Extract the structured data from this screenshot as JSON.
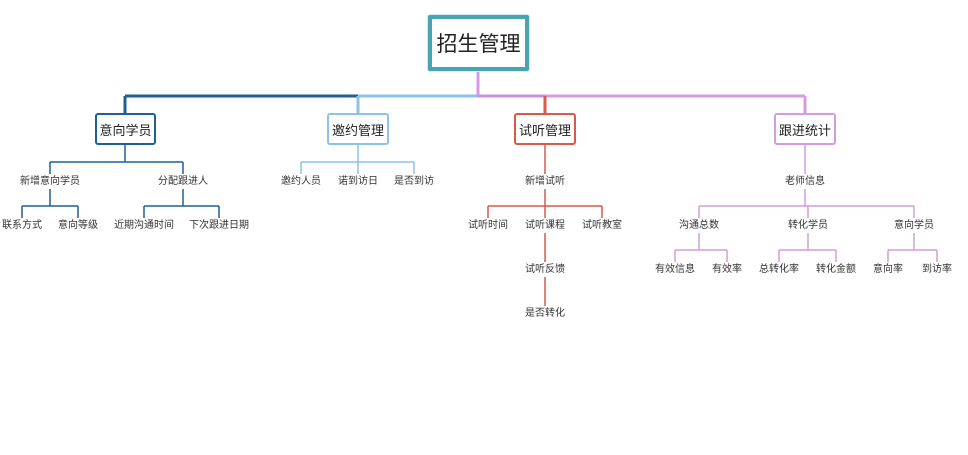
{
  "root": {
    "label": "招生管理",
    "color": "#4aa3b3"
  },
  "branches": [
    {
      "label": "意向学员",
      "color": "#1f5f99",
      "children": [
        {
          "label": "新增意向学员",
          "children": [
            {
              "label": "联系方式"
            },
            {
              "label": "意向等级"
            }
          ]
        },
        {
          "label": "分配跟进人",
          "children": [
            {
              "label": "近期沟通时间"
            },
            {
              "label": "下次跟进日期"
            }
          ]
        }
      ]
    },
    {
      "label": "邀约管理",
      "color": "#8ec2e6",
      "children": [
        {
          "label": "邀约人员"
        },
        {
          "label": "诺到访日"
        },
        {
          "label": "是否到访"
        }
      ]
    },
    {
      "label": "试听管理",
      "color": "#d9594c",
      "children": [
        {
          "label": "新增试听",
          "children": [
            {
              "label": "试听时间"
            },
            {
              "label": "试听课程",
              "children": [
                {
                  "label": "试听反馈",
                  "children": [
                    {
                      "label": "是否转化"
                    }
                  ]
                }
              ]
            },
            {
              "label": "试听教室"
            }
          ]
        }
      ]
    },
    {
      "label": "跟进统计",
      "color": "#d49be0",
      "children": [
        {
          "label": "老师信息",
          "children": [
            {
              "label": "沟通总数",
              "children": [
                {
                  "label": "有效信息"
                },
                {
                  "label": "有效率"
                }
              ]
            },
            {
              "label": "转化学员",
              "children": [
                {
                  "label": "总转化率"
                },
                {
                  "label": "转化金额"
                }
              ]
            },
            {
              "label": "意向学员",
              "children": [
                {
                  "label": "意向率"
                },
                {
                  "label": "到访率"
                }
              ]
            }
          ]
        }
      ]
    }
  ]
}
